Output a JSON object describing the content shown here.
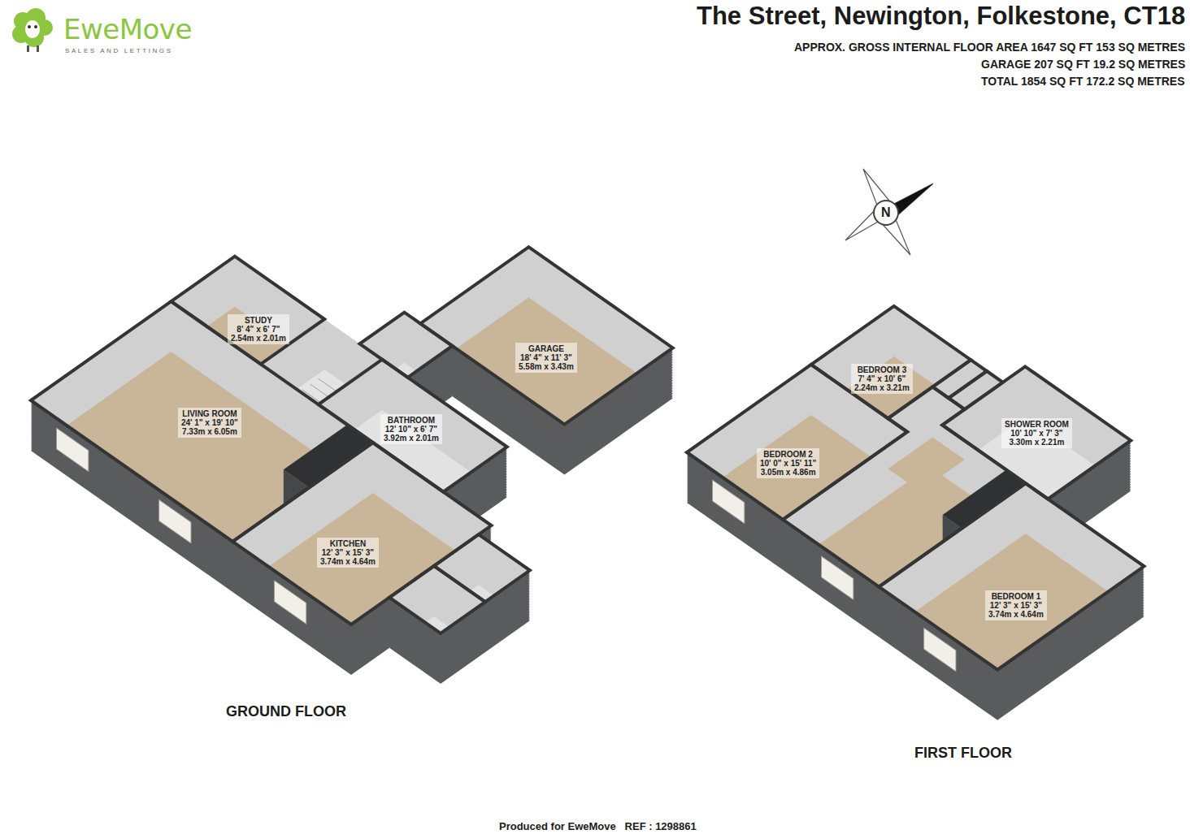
{
  "diagram": {
    "title": "The Street, Newington, Folkestone, CT18",
    "nodes": [
      {
        "text": [
          "STUDY",
          "8' 4\" x 6' 7\"",
          "2.54m x 2.01m"
        ]
      },
      {
        "text": [
          "GARAGE",
          "18' 4\" x 11' 3\"",
          "5.58m x 3.43m"
        ]
      },
      {
        "text": [
          "LIVING ROOM",
          "24' 1\" x 19' 10\"",
          "7.33m x 6.05m"
        ]
      },
      {
        "text": [
          "BATHROOM",
          "12' 10\" x 6' 7\"",
          "3.92m x 2.01m"
        ]
      },
      {
        "text": [
          "KITCHEN",
          "12' 3\" x 15' 3\"",
          "3.74m x 4.64m"
        ]
      },
      {
        "text": [
          "BEDROOM 3",
          "7' 4\" x 10' 6\"",
          "2.24m x 3.21m"
        ]
      },
      {
        "text": [
          "SHOWER ROOM",
          "10' 10\" x 7' 3\"",
          "3.30m x 2.21m"
        ]
      },
      {
        "text": [
          "BEDROOM 2",
          "10' 0\" x 15' 11\"",
          "3.05m x 4.86m"
        ]
      },
      {
        "text": [
          "BEDROOM 1",
          "12' 3\" x 15' 3\"",
          "3.74m x 4.64m"
        ]
      }
    ],
    "labels": [
      "EweMove",
      "SALES AND LETTINGS",
      "APPROX. GROSS INTERNAL FLOOR AREA 1647 SQ FT 153 SQ METRES",
      "GARAGE 207 SQ FT 19.2 SQ METRES",
      "TOTAL 1854 SQ FT 172.2 SQ METRES",
      "N",
      "GROUND FLOOR",
      "FIRST FLOOR",
      "Produced for EweMove   REF : 1298861"
    ]
  }
}
